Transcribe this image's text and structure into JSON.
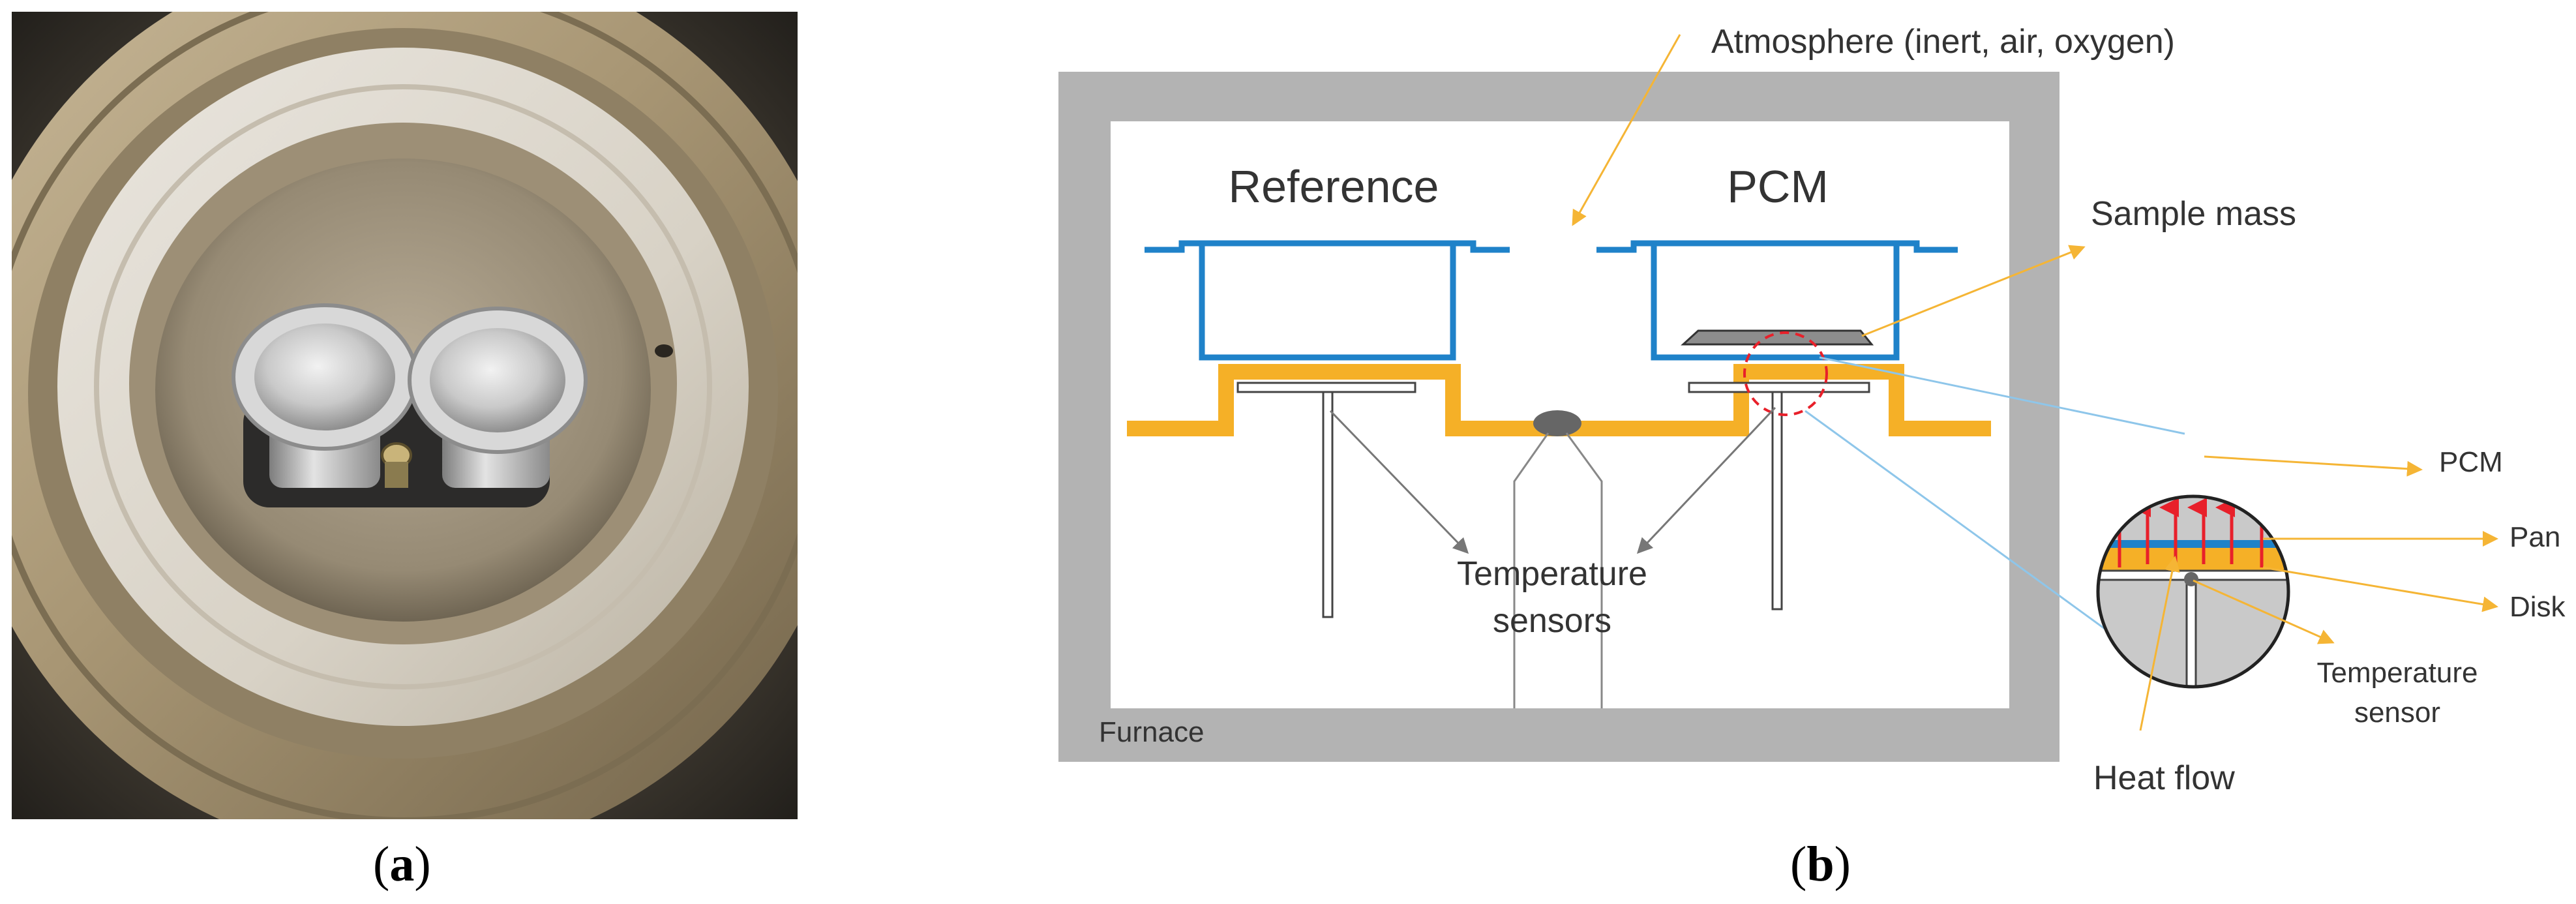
{
  "figure": {
    "panel_a": {
      "caption_open": "(",
      "caption_letter": "a",
      "caption_close": ")"
    },
    "panel_b": {
      "caption_open": "(",
      "caption_letter": "b",
      "caption_close": ")"
    }
  },
  "diagram": {
    "atmosphere_label": "Atmosphere (inert, air, oxygen)",
    "reference_label": "Reference",
    "pcm_label": "PCM",
    "sample_mass_label": "Sample mass",
    "temperature_sensors_label_line1": "Temperature",
    "temperature_sensors_label_line2": "sensors",
    "furnace_label": "Furnace",
    "detail": {
      "pcm_label": "PCM",
      "pan_label": "Pan",
      "disk_label": "Disk",
      "temperature_sensor_line1": "Temperature",
      "temperature_sensor_line2": "sensor",
      "heat_flow_label": "Heat flow"
    }
  },
  "colors": {
    "furnace_gray": "#b3b3b3",
    "pan_blue": "#1f82c9",
    "disk_orange": "#f5b027",
    "arrow_gold": "#f5b535",
    "heat_red": "#e8202a",
    "connector_blue": "#8ec6ea"
  }
}
